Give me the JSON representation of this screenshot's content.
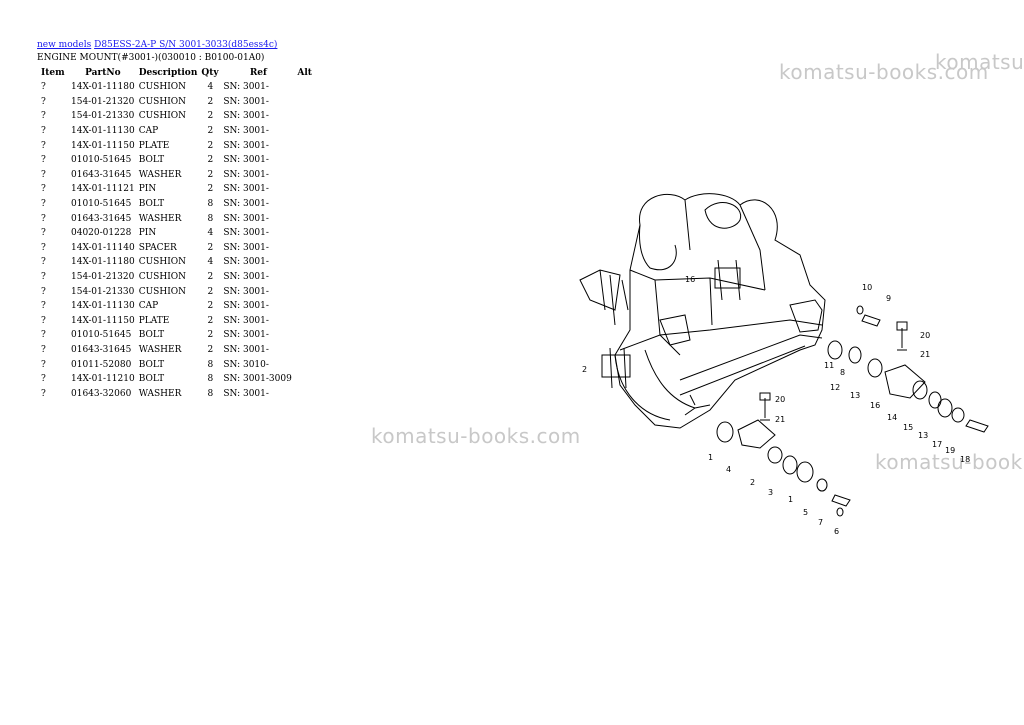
{
  "breadcrumb": {
    "link1": "new models",
    "link2": "D85ESS-2A-P S/N 3001-3033(d85ess4c)"
  },
  "page_title": "ENGINE MOUNT(#3001-)(030010 : B0100-01A0)",
  "table": {
    "headers": {
      "item": "Item",
      "partno": "PartNo",
      "description": "Description",
      "qty": "Qty",
      "ref": "Ref",
      "alt": "Alt"
    },
    "rows": [
      {
        "item": "?",
        "partno": "14X-01-11180",
        "description": "CUSHION",
        "qty": "4",
        "ref": "SN: 3001-"
      },
      {
        "item": "?",
        "partno": "154-01-21320",
        "description": "CUSHION",
        "qty": "2",
        "ref": "SN: 3001-"
      },
      {
        "item": "?",
        "partno": "154-01-21330",
        "description": "CUSHION",
        "qty": "2",
        "ref": "SN: 3001-"
      },
      {
        "item": "?",
        "partno": "14X-01-11130",
        "description": "CAP",
        "qty": "2",
        "ref": "SN: 3001-"
      },
      {
        "item": "?",
        "partno": "14X-01-11150",
        "description": "PLATE",
        "qty": "2",
        "ref": "SN: 3001-"
      },
      {
        "item": "?",
        "partno": "01010-51645",
        "description": "BOLT",
        "qty": "2",
        "ref": "SN: 3001-"
      },
      {
        "item": "?",
        "partno": "01643-31645",
        "description": "WASHER",
        "qty": "2",
        "ref": "SN: 3001-"
      },
      {
        "item": "?",
        "partno": "14X-01-11121",
        "description": "PIN",
        "qty": "2",
        "ref": "SN: 3001-"
      },
      {
        "item": "?",
        "partno": "01010-51645",
        "description": "BOLT",
        "qty": "8",
        "ref": "SN: 3001-"
      },
      {
        "item": "?",
        "partno": "01643-31645",
        "description": "WASHER",
        "qty": "8",
        "ref": "SN: 3001-"
      },
      {
        "item": "?",
        "partno": "04020-01228",
        "description": "PIN",
        "qty": "4",
        "ref": "SN: 3001-"
      },
      {
        "item": "?",
        "partno": "14X-01-11140",
        "description": "SPACER",
        "qty": "2",
        "ref": "SN: 3001-"
      },
      {
        "item": "?",
        "partno": "14X-01-11180",
        "description": "CUSHION",
        "qty": "4",
        "ref": "SN: 3001-"
      },
      {
        "item": "?",
        "partno": "154-01-21320",
        "description": "CUSHION",
        "qty": "2",
        "ref": "SN: 3001-"
      },
      {
        "item": "?",
        "partno": "154-01-21330",
        "description": "CUSHION",
        "qty": "2",
        "ref": "SN: 3001-"
      },
      {
        "item": "?",
        "partno": "14X-01-11130",
        "description": "CAP",
        "qty": "2",
        "ref": "SN: 3001-"
      },
      {
        "item": "?",
        "partno": "14X-01-11150",
        "description": "PLATE",
        "qty": "2",
        "ref": "SN: 3001-"
      },
      {
        "item": "?",
        "partno": "01010-51645",
        "description": "BOLT",
        "qty": "2",
        "ref": "SN: 3001-"
      },
      {
        "item": "?",
        "partno": "01643-31645",
        "description": "WASHER",
        "qty": "2",
        "ref": "SN: 3001-"
      },
      {
        "item": "?",
        "partno": "01011-52080",
        "description": "BOLT",
        "qty": "8",
        "ref": "SN: 3010-"
      },
      {
        "item": "?",
        "partno": "14X-01-11210",
        "description": "BOLT",
        "qty": "8",
        "ref": "SN: 3001-3009"
      },
      {
        "item": "?",
        "partno": "01643-32060",
        "description": "WASHER",
        "qty": "8",
        "ref": "SN: 3001-"
      }
    ]
  },
  "watermarks": [
    "komatsu-books.com",
    "komatsu",
    "komatsu-books.com",
    "komatsu-book"
  ],
  "diagram_callouts": [
    "16",
    "10",
    "9",
    "20",
    "21",
    "11",
    "8",
    "12",
    "13",
    "16",
    "14",
    "15",
    "13",
    "17",
    "19",
    "18",
    "20",
    "21",
    "1",
    "4",
    "2",
    "3",
    "1",
    "5",
    "7",
    "6",
    "2"
  ]
}
